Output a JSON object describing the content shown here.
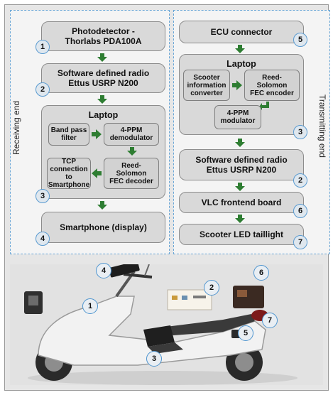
{
  "receiving": {
    "side_label": "Receiving end",
    "photodetector": {
      "line1": "Photodetector -",
      "line2": "Thorlabs PDA100A",
      "badge": "1"
    },
    "sdr": {
      "line1": "Software defined radio",
      "line2": "Ettus USRP N200",
      "badge": "2"
    },
    "laptop": {
      "title": "Laptop",
      "badge": "3",
      "bandpass": {
        "line1": "Band pass",
        "line2": "filter"
      },
      "demod": {
        "line1": "4-PPM",
        "line2": "demodulator"
      },
      "tcp": {
        "line1": "TCP",
        "line2": "connection to",
        "line3": "Smartphone"
      },
      "fec": {
        "line1": "Reed-",
        "line2": "Solomon",
        "line3": "FEC decoder"
      }
    },
    "smartphone": {
      "label": "Smartphone (display)",
      "badge": "4"
    }
  },
  "transmitting": {
    "side_label": "Transmitting end",
    "ecu": {
      "label": "ECU connector",
      "badge": "5"
    },
    "laptop": {
      "title": "Laptop",
      "badge": "3",
      "scooter_info": {
        "line1": "Scooter",
        "line2": "information",
        "line3": "converter"
      },
      "fec": {
        "line1": "Reed-",
        "line2": "Solomon",
        "line3": "FEC encoder"
      },
      "mod": {
        "line1": "4-PPM",
        "line2": "modulator"
      }
    },
    "sdr": {
      "line1": "Software defined radio",
      "line2": "Ettus USRP N200",
      "badge": "2"
    },
    "vlc": {
      "label": "VLC frontend board",
      "badge": "6"
    },
    "led": {
      "label": "Scooter LED taillight",
      "badge": "7"
    }
  },
  "photo_badges": [
    "1",
    "2",
    "3",
    "4",
    "5",
    "6",
    "7"
  ],
  "colors": {
    "arrow": "#2e7d32",
    "badge_ring": "#5a9bd1",
    "panel_border": "#6aa6d6",
    "box": "#d9d9d9"
  }
}
